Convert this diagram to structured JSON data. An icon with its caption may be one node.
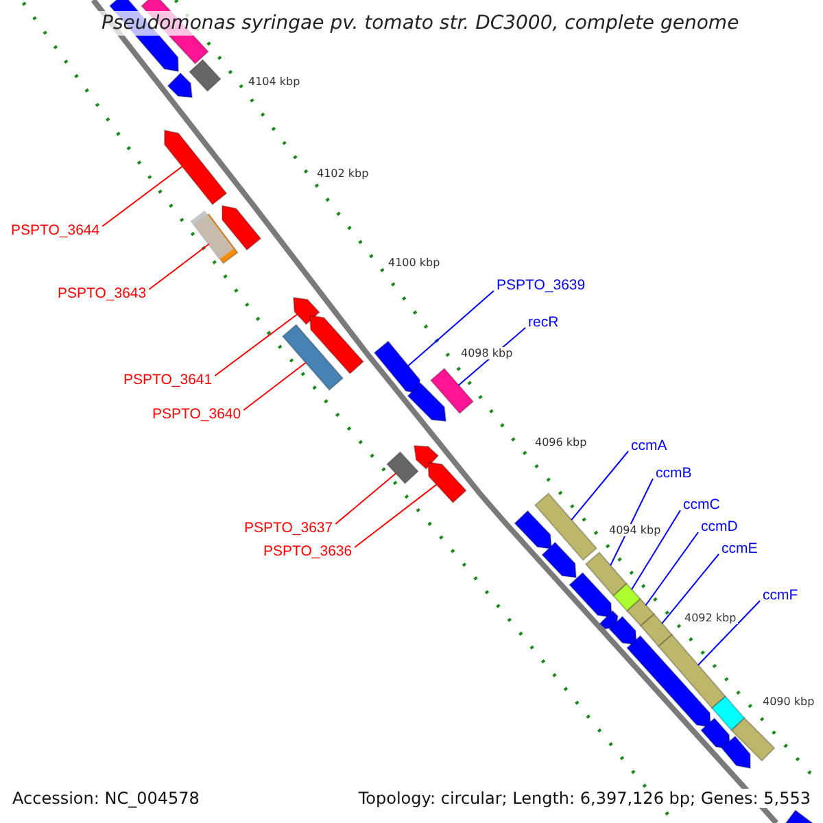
{
  "diagram": {
    "title": "Pseudomonas syringae pv. tomato str. DC3000, complete genome",
    "nodes": [
      {
        "text": [
          "PSPTO_3644"
        ]
      },
      {
        "text": [
          "PSPTO_3639"
        ]
      },
      {
        "text": [
          "PSPTO_3643"
        ]
      },
      {
        "text": [
          "recR"
        ]
      },
      {
        "text": [
          "PSPTO_3641"
        ]
      },
      {
        "text": [
          "PSPTO_3640"
        ]
      },
      {
        "text": [
          "ccmA"
        ]
      },
      {
        "text": [
          "ccmB"
        ]
      },
      {
        "text": [
          "ccmC"
        ]
      },
      {
        "text": [
          "ccmD"
        ]
      },
      {
        "text": [
          "PSPTO_3637"
        ]
      },
      {
        "text": [
          "ccmE"
        ]
      },
      {
        "text": [
          "PSPTO_3636"
        ]
      },
      {
        "text": [
          "ccmF"
        ]
      },
      {
        "text": [],
        "shape": "bar"
      },
      {
        "text": [],
        "shape": "bar"
      },
      {
        "text": [],
        "shape": "bar"
      },
      {
        "text": [],
        "shape": "bar"
      },
      {
        "text": [],
        "shape": "bar"
      },
      {
        "text": [],
        "shape": "bar"
      },
      {
        "text": [],
        "shape": "bar"
      },
      {
        "text": [],
        "shape": "bar"
      },
      {
        "text": [],
        "shape": "bar"
      },
      {
        "text": [],
        "shape": "bar"
      },
      {
        "text": [],
        "shape": "bar"
      },
      {
        "text": [],
        "shape": "bar"
      },
      {
        "text": [],
        "shape": "bar"
      },
      {
        "text": [],
        "shape": "bar"
      },
      {
        "text": [],
        "shape": "bar"
      },
      {
        "text": [],
        "shape": "bar"
      },
      {
        "text": [],
        "shape": "bar"
      },
      {
        "text": [],
        "shape": "bar"
      },
      {
        "text": [],
        "shape": "bar"
      },
      {
        "text": [],
        "shape": "bar"
      },
      {
        "text": [],
        "shape": "bar"
      },
      {
        "text": [],
        "shape": "bar"
      },
      {
        "text": [],
        "shape": "bar"
      },
      {
        "text": [],
        "shape": "bar"
      },
      {
        "text": [],
        "shape": "bar"
      },
      {
        "text": [],
        "shape": "bar"
      },
      {
        "text": [],
        "shape": "bar"
      },
      {
        "text": [],
        "shape": "bar"
      },
      {
        "text": [],
        "shape": "bar"
      },
      {
        "text": [],
        "shape": "bar"
      },
      {
        "text": [],
        "shape": "bar"
      },
      {
        "text": [],
        "shape": "bar"
      },
      {
        "text": [],
        "shape": "bar"
      }
    ],
    "edges": [
      {
        "from": 0,
        "to": 18,
        "arrow": "none",
        "color": "#ff0000"
      },
      {
        "from": 1,
        "to": 24,
        "arrow": "none",
        "color": "#0000ff"
      },
      {
        "from": 2,
        "to": 20,
        "arrow": "none",
        "color": "#ff0000"
      },
      {
        "from": 3,
        "to": 26,
        "arrow": "none",
        "color": "#0000ff"
      },
      {
        "from": 4,
        "to": 21,
        "arrow": "none",
        "color": "#ff0000"
      },
      {
        "from": 5,
        "to": 23,
        "arrow": "none",
        "color": "#ff0000"
      },
      {
        "from": 6,
        "to": 39,
        "arrow": "none",
        "color": "#0000ff"
      },
      {
        "from": 7,
        "to": 40,
        "arrow": "none",
        "color": "#0000ff"
      },
      {
        "from": 8,
        "to": 41,
        "arrow": "none",
        "color": "#0000ff"
      },
      {
        "from": 9,
        "to": 42,
        "arrow": "none",
        "color": "#0000ff"
      },
      {
        "from": 10,
        "to": 27,
        "arrow": "none",
        "color": "#ff0000"
      },
      {
        "from": 11,
        "to": 43,
        "arrow": "none",
        "color": "#0000ff"
      },
      {
        "from": 12,
        "to": 29,
        "arrow": "none",
        "color": "#ff0000"
      },
      {
        "from": 13,
        "to": 44,
        "arrow": "none",
        "color": "#0000ff"
      }
    ],
    "labels": [
      "4104 kbp",
      "4102 kbp",
      "4100 kbp",
      "4098 kbp",
      "4096 kbp",
      "4094 kbp",
      "4092 kbp",
      "4090 kbp",
      "Accession: NC_004578",
      "Topology: circular; Length: 6,397,126 bp; Genes: 5,553"
    ]
  }
}
